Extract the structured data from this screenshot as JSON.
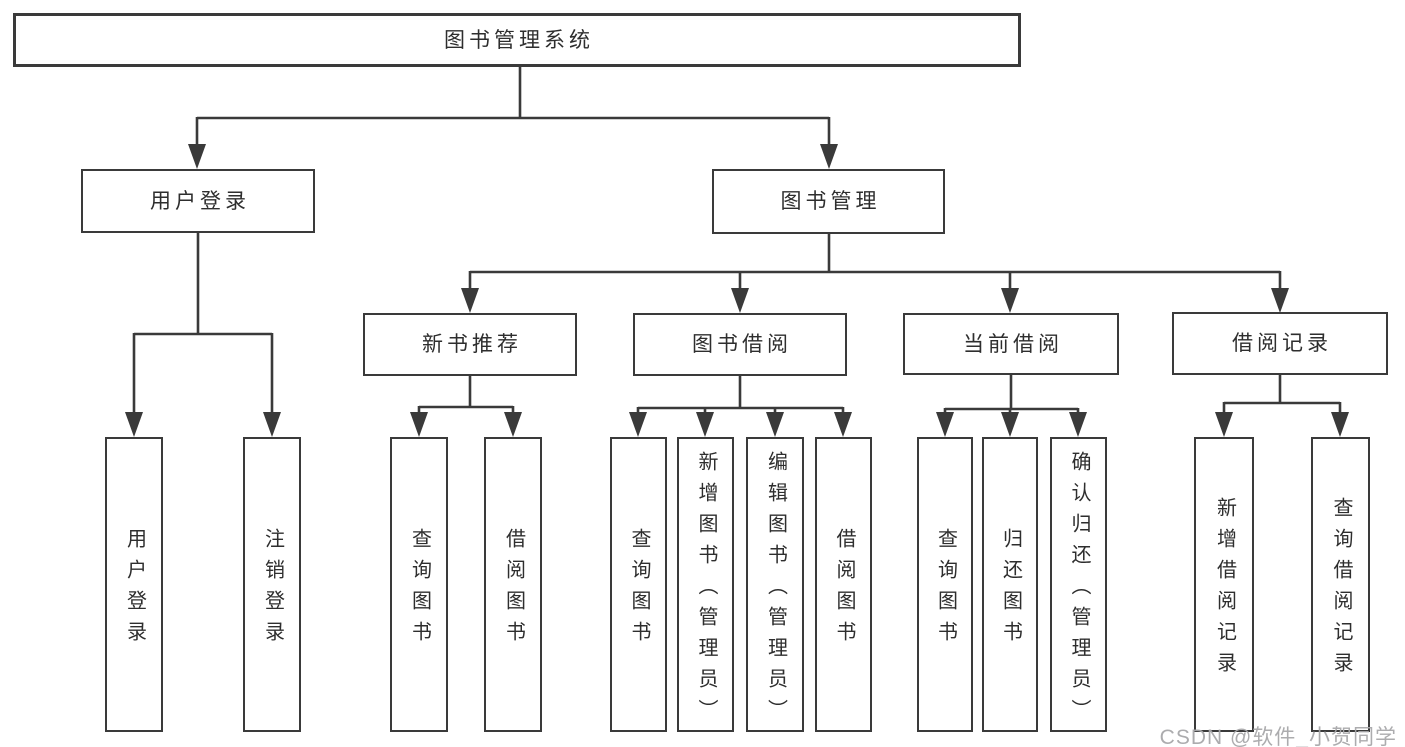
{
  "diagram": {
    "root": {
      "label": "图书管理系统"
    },
    "branches": {
      "user_login": {
        "label": "用户登录",
        "children": [
          "用户登录",
          "注销登录"
        ]
      },
      "book_management": {
        "label": "图书管理"
      }
    },
    "modules": {
      "new_book_recommend": {
        "label": "新书推荐",
        "children": [
          "查询图书",
          "借阅图书"
        ]
      },
      "book_borrow": {
        "label": "图书借阅",
        "children": [
          "查询图书",
          "新增图书（管理员）",
          "编辑图书（管理员）",
          "借阅图书"
        ]
      },
      "current_borrow": {
        "label": "当前借阅",
        "children": [
          "查询图书",
          "归还图书",
          "确认归还（管理员）"
        ]
      },
      "borrow_records": {
        "label": "借阅记录",
        "children": [
          "新增借阅记录",
          "查询借阅记录"
        ]
      }
    },
    "watermark": "CSDN @软件_小贺同学",
    "colors": {
      "line": "#3a3a3a",
      "text": "#2e2e2e",
      "watermark": "#a8a8aa",
      "background": "#ffffff"
    }
  }
}
